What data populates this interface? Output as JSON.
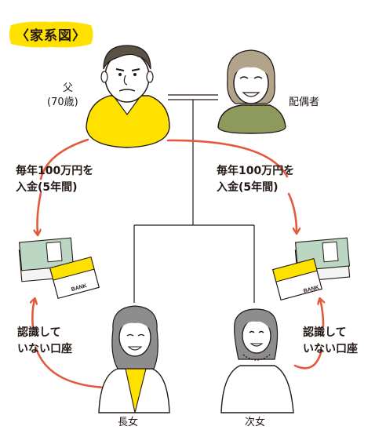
{
  "title": "〈家系図〉",
  "people": {
    "father": {
      "label": "父",
      "age": "(70歳)"
    },
    "spouse": {
      "label": "配偶者"
    },
    "eldest_daughter": {
      "label": "長女"
    },
    "second_daughter": {
      "label": "次女"
    }
  },
  "transfers": {
    "left": {
      "line1": "毎年100万円を",
      "line2": "入金(5年間)"
    },
    "right": {
      "line1": "毎年100万円を",
      "line2": "入金(5年間)"
    }
  },
  "accounts": {
    "left": {
      "note_line1": "認識して",
      "note_line2": "いない口座",
      "card_text": "BANK"
    },
    "right": {
      "note_line1": "認識して",
      "note_line2": "いない口座",
      "card_text": "BANK"
    }
  },
  "colors": {
    "accent_yellow": "#ffe100",
    "arrow_red": "#e25a3c",
    "ink": "#231815",
    "spouse_sweater": "#8e9a5c",
    "hair_gray": "#8d8d8d",
    "banknote_green": "#bcd6c4"
  }
}
